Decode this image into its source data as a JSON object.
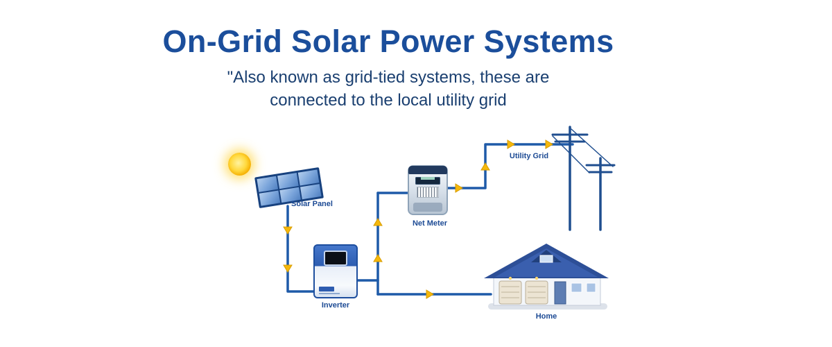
{
  "header": {
    "title": "On-Grid Solar Power Systems",
    "subtitle_line1": "\"Also known as grid-tied systems, these are",
    "subtitle_line2": "connected to the local utility grid"
  },
  "diagram": {
    "labels": {
      "solar_panel": "Solar Panel",
      "inverter": "Inverter",
      "net_meter": "Net Meter",
      "utility_grid": "Utility Grid",
      "home": "Home"
    },
    "icons": {
      "sun": "sun-icon",
      "solar_panel": "solar-panel-icon",
      "inverter": "inverter-icon",
      "net_meter": "net-meter-icon",
      "utility_grid": "utility-pole-icon",
      "home": "home-icon",
      "flow_arrow": "flow-arrow-icon"
    }
  },
  "colors": {
    "title_blue": "#1b4e9b",
    "subtitle_navy": "#1a3f70",
    "wire_blue": "#1e5aa8",
    "arrow_yellow": "#f5b80c",
    "label_blue": "#1c4a94",
    "roof_blue": "#2d4f97",
    "sun_yellow": "#ffd83c"
  }
}
